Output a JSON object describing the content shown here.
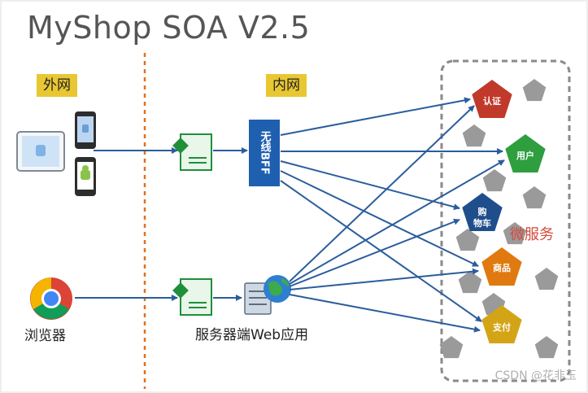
{
  "title": "MyShop SOA V2.5",
  "zones": {
    "external": "外网",
    "internal": "内网"
  },
  "clients": {
    "browser_label": "浏览器"
  },
  "gateway": {
    "bff_label": "无线BFF",
    "web_label": "服务器端Web应用"
  },
  "microservices": {
    "label": "微服务",
    "services": [
      {
        "key": "auth",
        "label": "认证",
        "color": "#c0392b"
      },
      {
        "key": "user",
        "label": "用户",
        "color": "#2e9e3f"
      },
      {
        "key": "cart",
        "label": "购\n物车",
        "color": "#1f4e8c"
      },
      {
        "key": "product",
        "label": "商品",
        "color": "#e07a10"
      },
      {
        "key": "payment",
        "label": "支付",
        "color": "#d4a417"
      }
    ]
  },
  "colors": {
    "arrow": "#2a5d9c",
    "divider": "#e07020",
    "container": "#8a8a8a",
    "placeholder": "#9a9a9a"
  },
  "watermark": "CSDN @花非玉"
}
